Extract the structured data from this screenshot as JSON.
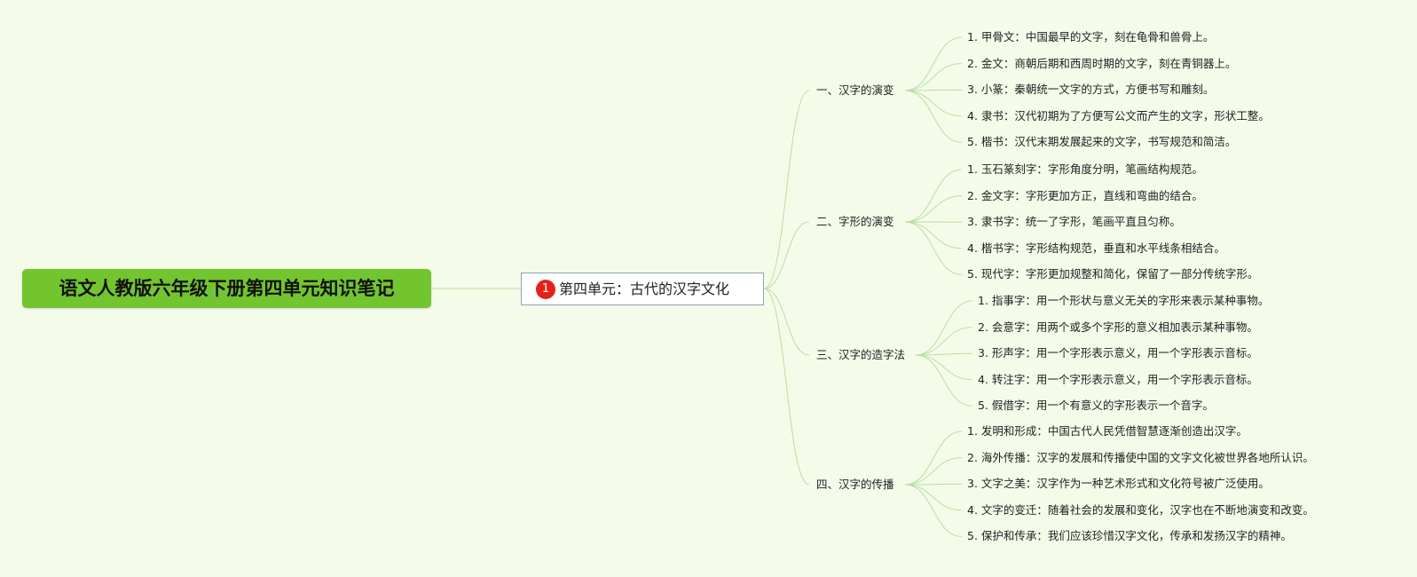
{
  "root": {
    "title": "语文人教版六年级下册第四单元知识笔记"
  },
  "main": {
    "badge": "1",
    "title": "第四单元：古代的汉字文化"
  },
  "colors": {
    "background": "#f5fbe9",
    "root_fill": "#72c52f",
    "connector": "#b7e0a0",
    "badge": "#e2231a",
    "main_border": "#8aa4b8"
  },
  "branches": [
    {
      "label": "一、汉字的演变",
      "items": [
        "1. 甲骨文：中国最早的文字，刻在龟骨和兽骨上。",
        "2. 金文：商朝后期和西周时期的文字，刻在青铜器上。",
        "3. 小篆：秦朝统一文字的方式，方便书写和雕刻。",
        "4. 隶书：汉代初期为了方便写公文而产生的文字，形状工整。",
        "5. 楷书：汉代末期发展起来的文字，书写规范和简洁。"
      ]
    },
    {
      "label": "二、字形的演变",
      "items": [
        "1. 玉石篆刻字：字形角度分明，笔画结构规范。",
        "2. 金文字：字形更加方正，直线和弯曲的结合。",
        "3. 隶书字：统一了字形，笔画平直且匀称。",
        "4. 楷书字：字形结构规范，垂直和水平线条相结合。",
        "5. 现代字：字形更加规整和简化，保留了一部分传统字形。"
      ]
    },
    {
      "label": "三、汉字的造字法",
      "items": [
        "1. 指事字：用一个形状与意义无关的字形来表示某种事物。",
        "2. 会意字：用两个或多个字形的意义相加表示某种事物。",
        "3. 形声字：用一个字形表示意义，用一个字形表示音标。",
        "4. 转注字：用一个字形表示意义，用一个字形表示音标。",
        "5. 假借字：用一个有意义的字形表示一个音字。"
      ]
    },
    {
      "label": "四、汉字的传播",
      "items": [
        "1. 发明和形成：中国古代人民凭借智慧逐渐创造出汉字。",
        "2. 海外传播：汉字的发展和传播使中国的文字文化被世界各地所认识。",
        "3. 文字之美：汉字作为一种艺术形式和文化符号被广泛使用。",
        "4. 文字的变迁：随着社会的发展和变化，汉字也在不断地演变和改变。",
        "5. 保护和传承：我们应该珍惜汉字文化，传承和发扬汉字的精神。"
      ]
    }
  ]
}
